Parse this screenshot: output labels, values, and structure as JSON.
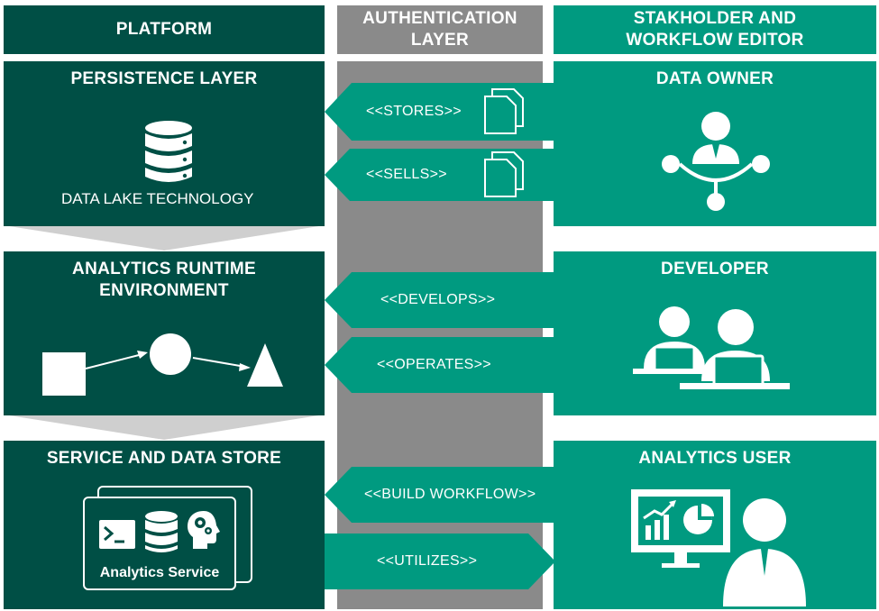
{
  "headers": {
    "platform": "PLATFORM",
    "auth": "AUTHENTICATION\nLAYER",
    "stakeholder": "STAKHOLDER AND\nWORKFLOW EDITOR"
  },
  "platform": {
    "persistence": {
      "title": "PERSISTENCE LAYER",
      "caption": "DATA LAKE TECHNOLOGY"
    },
    "runtime": {
      "title": "ANALYTICS RUNTIME\nENVIRONMENT"
    },
    "service": {
      "title": "SERVICE AND DATA STORE",
      "card_label": "Analytics Service"
    }
  },
  "stakeholders": {
    "owner": "DATA OWNER",
    "developer": "DEVELOPER",
    "user": "ANALYTICS USER"
  },
  "arrows": {
    "stores": "<<STORES>>",
    "sells": "<<SELLS>>",
    "develops": "<<DEVELOPS>>",
    "operates": "<<OPERATES>>",
    "build": "<<BUILD WORKFLOW>>",
    "utilizes": "<<UTILIZES>>"
  },
  "colors": {
    "dark_green": "#004f45",
    "teal": "#009a80",
    "grey": "#8a8a8a",
    "chevron": "#cfcfcf"
  }
}
